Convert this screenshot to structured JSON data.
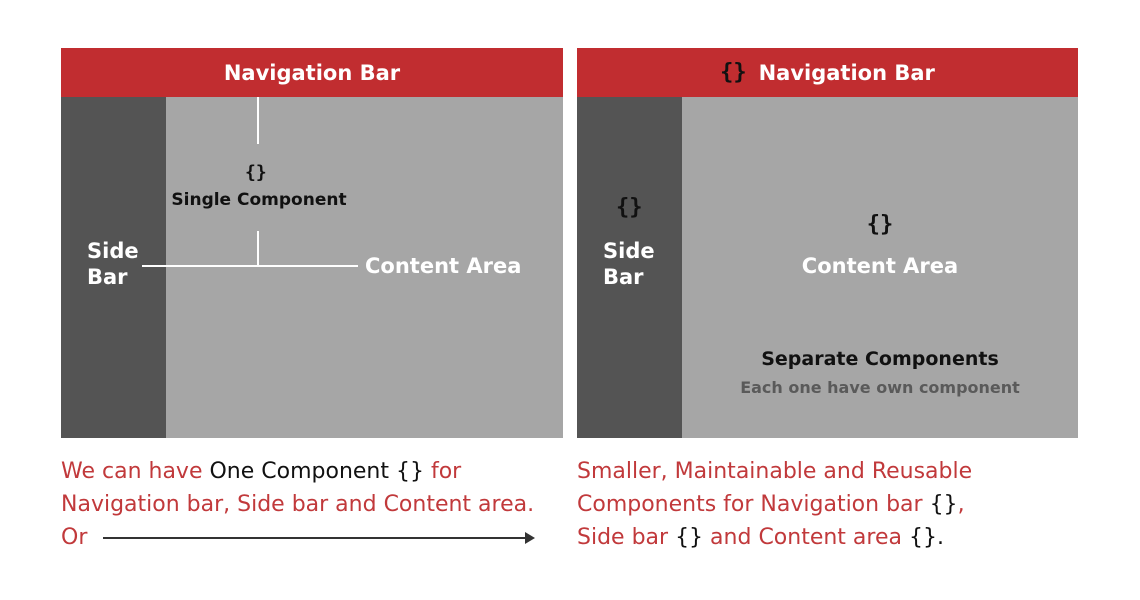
{
  "left": {
    "navbar_title": "Navigation Bar",
    "sidebar_label_line1": "Side",
    "sidebar_label_line2": "Bar",
    "component_brace": "{}",
    "component_label": "Single Component",
    "content_label": "Content Area"
  },
  "right": {
    "navbar_brace": "{}",
    "navbar_title": "Navigation Bar",
    "sidebar_brace": "{}",
    "sidebar_label_line1": "Side",
    "sidebar_label_line2": "Bar",
    "content_brace": "{}",
    "content_label": "Content Area",
    "separate_title": "Separate Components",
    "separate_subtitle": "Each one have own component"
  },
  "captions": {
    "left": {
      "line1_a": "We can have ",
      "line1_b": "One Component {}",
      "line1_c": " for",
      "line2": "Navigation bar, Side bar and Content area.",
      "line3": "Or"
    },
    "right": {
      "line1": "Smaller, Maintainable and Reusable",
      "line2_a": "Components for Navigation bar ",
      "line2_b": "{}",
      "line2_c": ",",
      "line3_a": "Side bar ",
      "line3_b": "{}",
      "line3_c": " and Content area ",
      "line3_d": "{}",
      "line3_e": "."
    }
  },
  "colors": {
    "navbar": "#c12d30",
    "sidebar": "#545454",
    "content": "#a6a6a6",
    "caption_red": "#c1393b"
  }
}
